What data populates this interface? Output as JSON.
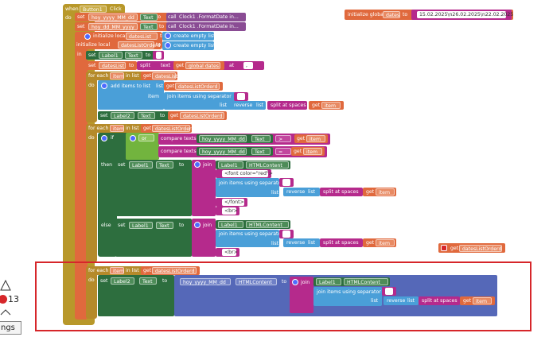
{
  "event": {
    "when": "when",
    "component": "Button1",
    "event_name": "Click",
    "do": "do"
  },
  "set_top1": {
    "set": "set",
    "var": "hoy_yyyy_MM_dd",
    "to": "to",
    "call": "call",
    "method": "Clock1 .FormatDate in..."
  },
  "set_top2": {
    "set": "set",
    "var": "hoy_dd_MM_yyyy",
    "to": "to",
    "call": "call",
    "method": "Clock1 .FormatDate in..."
  },
  "init_local": {
    "label": "initialize local",
    "var1": "datesList",
    "var2": "datesListOrderd",
    "to": "to",
    "in": "in",
    "create": "create empty list"
  },
  "set_label1_empty": {
    "set": "set",
    "comp": "Label1",
    "prop": "Text",
    "to": "to"
  },
  "set_dateslist": {
    "set": "set",
    "var": "datesList",
    "to": "to",
    "split": "split",
    "text": "text",
    "get": "get",
    "global": "global dates",
    "at": "at",
    "sep": ","
  },
  "foreach1": {
    "for_each": "for each",
    "item": "item",
    "in_list": "in list",
    "get": "get",
    "list": "datesList",
    "do": "do"
  },
  "add_items": {
    "label": "add items to list",
    "list_lbl": "list",
    "get": "get",
    "list": "datesListOrderd",
    "item_lbl": "item",
    "join": "join items using separator",
    "list2": "list",
    "reverse": "reverse",
    "list3": "list",
    "split_sp": "split at spaces",
    "get2": "get",
    "item": "item"
  },
  "set_label2": {
    "set": "set",
    "comp": "Label2",
    "prop": "Text",
    "to": "to",
    "get": "get",
    "var": "datesListOrderd"
  },
  "foreach2": {
    "for_each": "for each",
    "item": "item",
    "in_list": "in list",
    "get": "get",
    "list": "datesListOrderd",
    "do": "do"
  },
  "if_block": {
    "if": "if",
    "or": "or",
    "then": "then",
    "else": "else"
  },
  "compare1": {
    "label": "compare texts",
    "var": "hoy_yyyy_MM_dd",
    "prop": "Text",
    "op": ">",
    "get": "get",
    "item": "item"
  },
  "compare2": {
    "label": "compare texts",
    "var": "hoy_yyyy_MM_dd",
    "prop": "Text",
    "op": "=",
    "get": "get",
    "item": "item"
  },
  "then_set": {
    "set": "set",
    "comp": "Label1",
    "prop": "Text",
    "to": "to",
    "join": "join",
    "comp2": "Label1",
    "prop2": "HTMLContent",
    "font": "<font color=\"red\">",
    "join2": "join items using separator",
    "sep": " ",
    "list": "list",
    "reverse": "reverse",
    "list2": "list",
    "split_sp": "split at spaces",
    "get": "get",
    "item": "item",
    "close_font": "</font>",
    "br": "<br>"
  },
  "else_set": {
    "set": "set",
    "comp": "Label1",
    "prop": "Text",
    "to": "to",
    "join": "join",
    "comp2": "Label1",
    "prop2": "HTMLContent",
    "join2": "join items using separator",
    "sep": " ",
    "list": "list",
    "reverse": "reverse",
    "list2": "list",
    "split_sp": "split at spaces",
    "get": "get",
    "item": "item",
    "br": "<br>"
  },
  "foreach3": {
    "for_each": "for each",
    "item": "item",
    "in_list": "in list",
    "get": "get",
    "list": "datesListOrderd",
    "do": "do"
  },
  "bottom_set": {
    "set": "set",
    "comp": "Label2",
    "prop": "Text",
    "to": "to",
    "var": "hoy_yyyy_MM_dd",
    "prop2": "HTMLContent",
    "join": "join",
    "comp2": "Label1",
    "prop3": "HTMLContent",
    "join2": "join items using separator",
    "sep": " ",
    "list": "list",
    "reverse": "reverse",
    "list2": "list",
    "split_sp": "split at spaces",
    "get": "get",
    "item": "item"
  },
  "global_init": {
    "label": "initialize global",
    "name": "dates",
    "to": "to",
    "value": "15.02.2025\\n26.02.2025\\n22.02.2025"
  },
  "stray_get": {
    "get": "get",
    "var": "datesListOrderd"
  },
  "workspace": {
    "warnings_count": "13",
    "warnings_label": "ngs"
  },
  "colors": {
    "event": "#b8982a",
    "var": "#e0693d",
    "text": "#b52a8c",
    "list": "#4a9fd8",
    "math": "#5568b8",
    "control": "#b58a2a",
    "comp_green": "#2d6e3e",
    "logic": "#72b43e",
    "highlight": "#d6262a"
  }
}
